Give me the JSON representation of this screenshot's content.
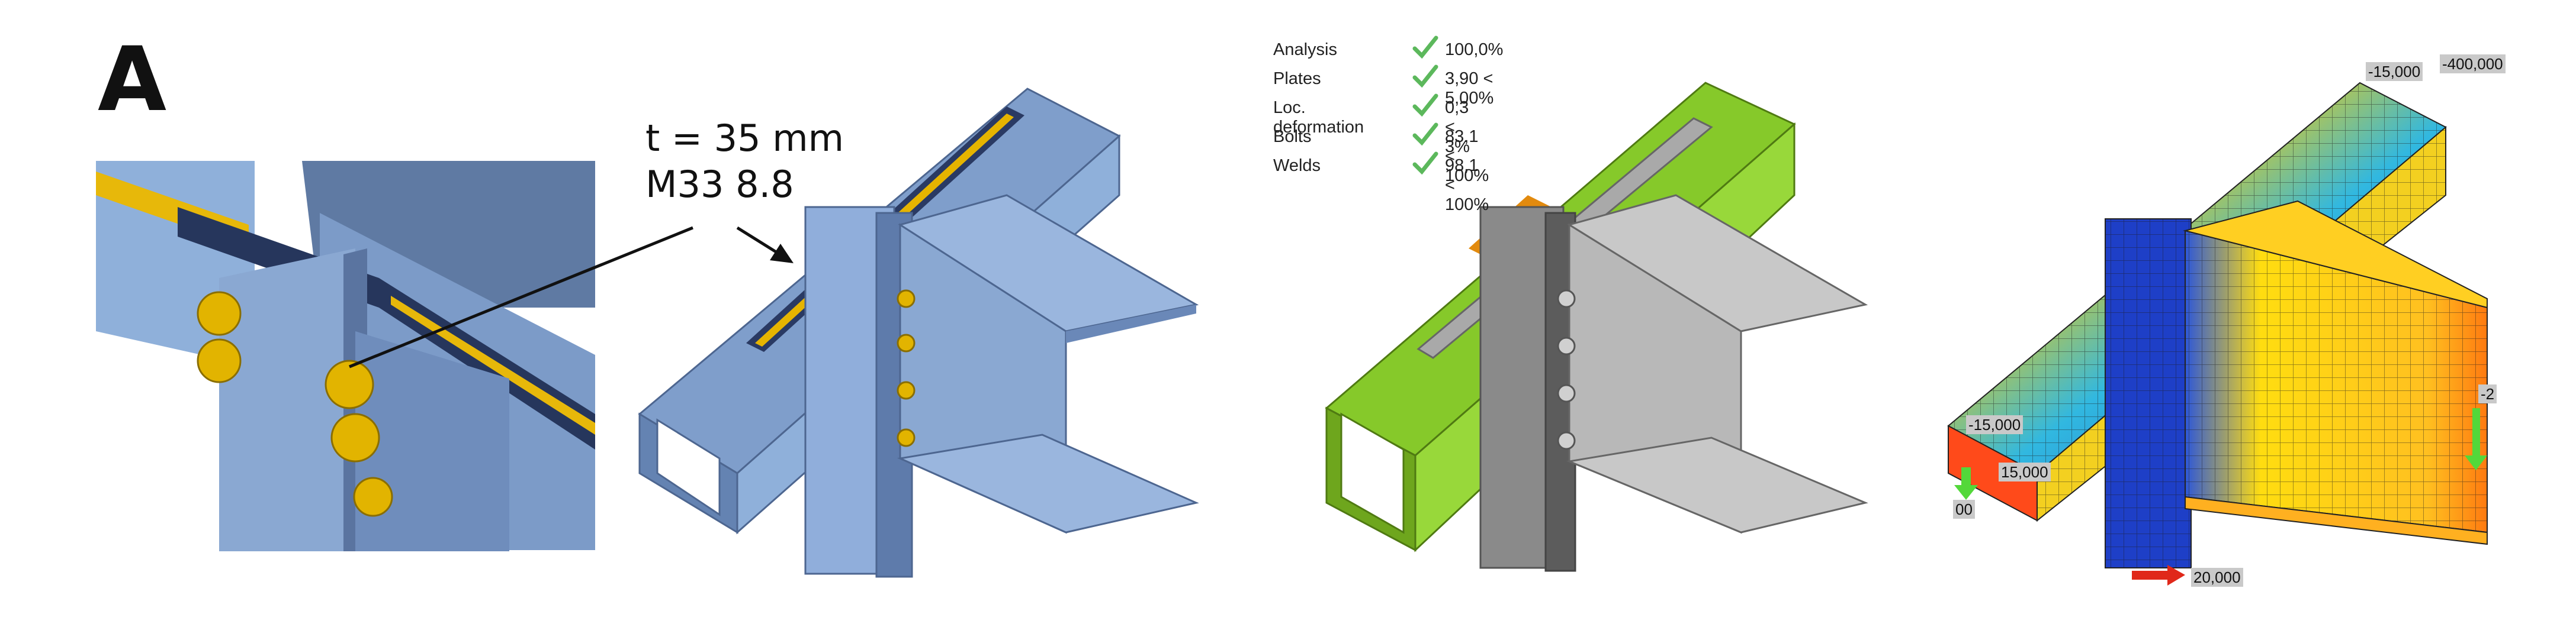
{
  "panel": {
    "letter": "A"
  },
  "annotation": {
    "thickness": "t = 35 mm",
    "bolt": "M33 8.8"
  },
  "checks": [
    {
      "label": "Analysis",
      "value": "100,0%",
      "status": "pass"
    },
    {
      "label": "Plates",
      "value": "3,90 < 5,00%",
      "status": "pass"
    },
    {
      "label": "Loc. deformation",
      "value": "0,3 < 3%",
      "status": "pass"
    },
    {
      "label": "Bolts",
      "value": "83,1 < 100%",
      "status": "pass"
    },
    {
      "label": "Welds",
      "value": "98,1 < 100%",
      "status": "pass"
    }
  ],
  "fea_labels": {
    "top_left": "-15,000",
    "top_right": "-400,000",
    "left_upper": "-15,000",
    "left_mid": "15,000",
    "left_bottom": "00",
    "bottom": "20,000",
    "right": "-2"
  },
  "colors": {
    "steel_blue": "#8aa8cf",
    "dark_plate": "#27375f",
    "weld_yellow": "#e8b800",
    "column_green": "#8fd12a",
    "beam_grey": "#b3b3b3",
    "check_green": "#5cb85c"
  }
}
